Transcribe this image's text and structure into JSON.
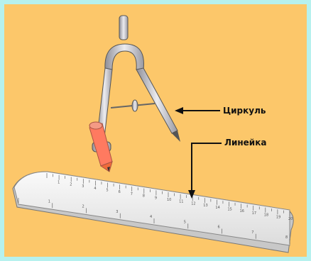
{
  "labels": {
    "compass": "Циркуль",
    "ruler": "Линейка"
  },
  "colors": {
    "frame": "#b6f1ee",
    "background": "#fcc76a",
    "ruler": "#f2f2f2",
    "metal": "#c9c9cf",
    "pencil_body": "#ff7a60",
    "pencil_tip": "#f06a3a"
  },
  "ruler_ticks_top": [
    "1",
    "2",
    "3",
    "4",
    "5",
    "6",
    "7",
    "8",
    "9",
    "10",
    "11",
    "12",
    "13",
    "14",
    "15",
    "16",
    "17",
    "18",
    "19",
    "20"
  ],
  "ruler_ticks_bottom": [
    "1",
    "2",
    "3",
    "4",
    "5",
    "6",
    "7",
    "8"
  ],
  "icons": [
    "compass-icon",
    "pencil-icon",
    "ruler-icon",
    "arrow-icon"
  ]
}
